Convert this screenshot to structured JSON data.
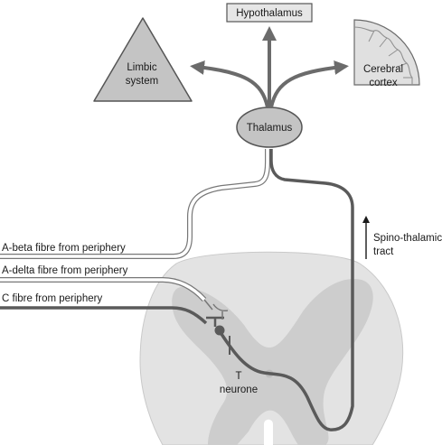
{
  "labels": {
    "hypothalamus": "Hypothalamus",
    "limbic_line1": "Limbic",
    "limbic_line2": "system",
    "cortex_line1": "Cerebral",
    "cortex_line2": "cortex",
    "thalamus": "Thalamus",
    "tract_line1": "Spino-thalamic",
    "tract_line2": "tract",
    "a_beta": "A-beta fibre from periphery",
    "a_delta": "A-delta fibre from periphery",
    "c_fibre": "C fibre from periphery",
    "t_neurone_line1": "T",
    "t_neurone_line2": "neurone"
  },
  "colors": {
    "shape_fill": "#c4c4c4",
    "shape_stroke": "#555555",
    "arrow": "#6b6b6b",
    "cord_outer": "#e3e3e3",
    "grey_matter": "#cdcdcd",
    "dark_fibre": "#5a5a5a",
    "light_fibre": "#ffffff"
  }
}
